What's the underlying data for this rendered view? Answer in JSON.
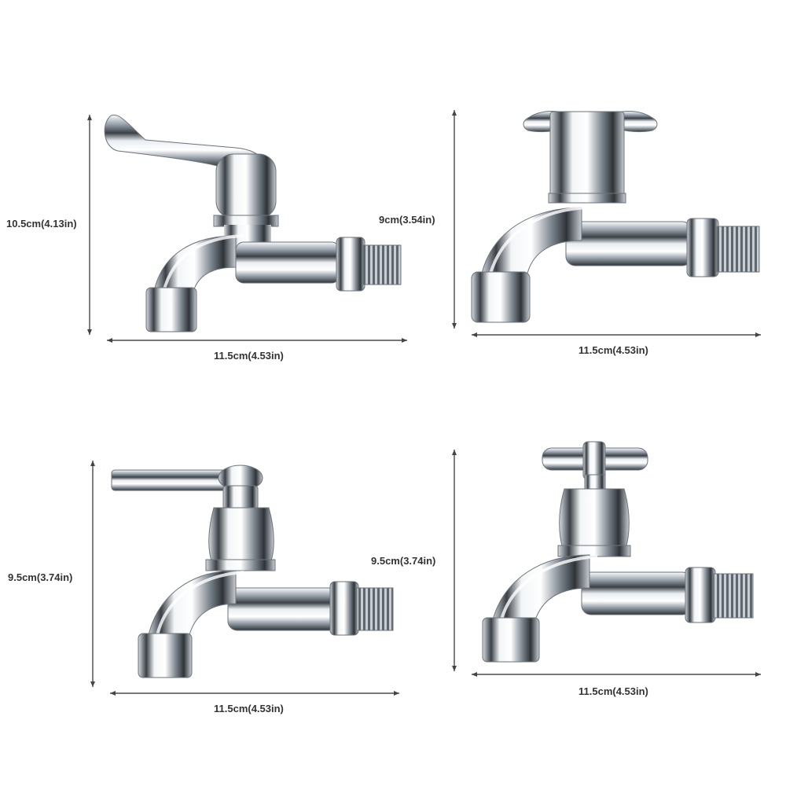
{
  "faucets": [
    {
      "name": "lever-handle-faucet",
      "height_label": "10.5cm(4.13in)",
      "width_label": "11.5cm(4.53in)"
    },
    {
      "name": "butterfly-handle-faucet",
      "height_label": "9cm(3.54in)",
      "width_label": "11.5cm(4.53in)"
    },
    {
      "name": "straight-lever-faucet",
      "height_label": "9.5cm(3.74in)",
      "width_label": "11.5cm(4.53in)"
    },
    {
      "name": "cross-handle-faucet",
      "height_label": "9.5cm(3.74in)",
      "width_label": "11.5cm(4.53in)"
    }
  ],
  "colors": {
    "background": "#ffffff",
    "chrome_light": "#f4f6f8",
    "chrome_mid": "#a9b1ba",
    "chrome_dark": "#2e3338",
    "dimension_line": "#444444"
  }
}
